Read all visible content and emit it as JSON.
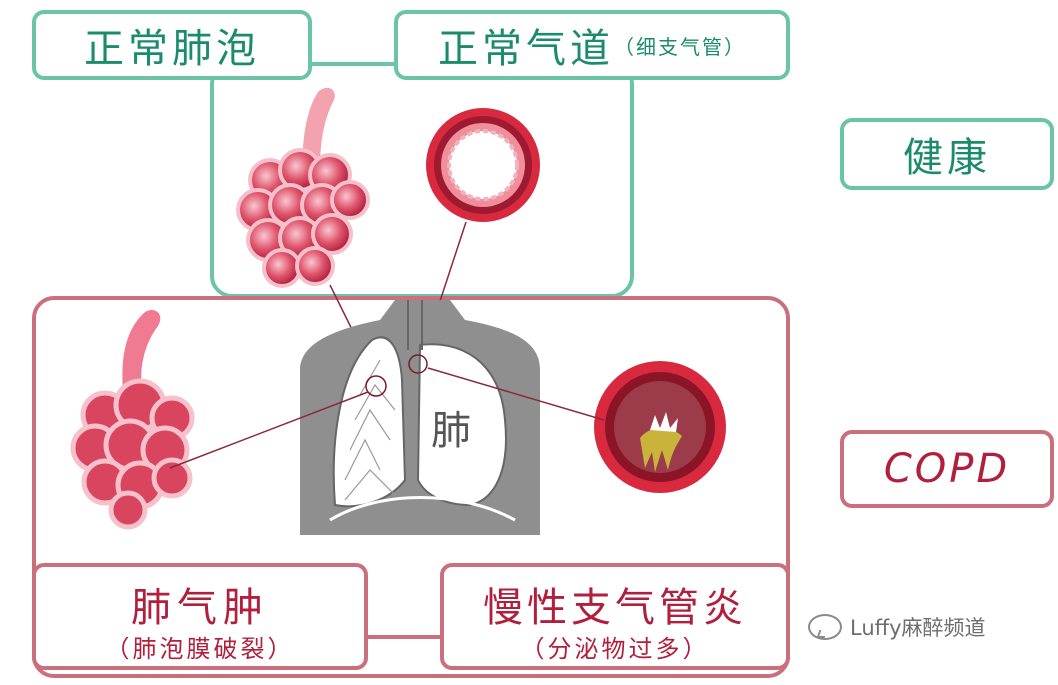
{
  "labels": {
    "normal_alveoli": "正常肺泡",
    "normal_airway": "正常气道",
    "normal_airway_note": "（细支气管）",
    "healthy": "健康",
    "copd": "COPD",
    "emphysema": "肺气肿",
    "emphysema_note": "（肺泡膜破裂）",
    "chronic_bronchitis": "慢性支气管炎",
    "chronic_bronchitis_note": "（分泌物过多）",
    "lung_char": "肺"
  },
  "watermark": "Luffy麻醉频道",
  "colors": {
    "healthy_border": "#6cc4a8",
    "healthy_text": "#1b8c6b",
    "copd_border": "#c9707c",
    "copd_text": "#b21f3c",
    "body_gray": "#8f8f8f",
    "airway_red": "#d8293f",
    "mucus_yellow": "#c9b33a"
  },
  "icons": [
    "alveoli-cluster-icon",
    "airway-cross-section-icon",
    "lungs-torso-icon",
    "wechat-icon"
  ]
}
